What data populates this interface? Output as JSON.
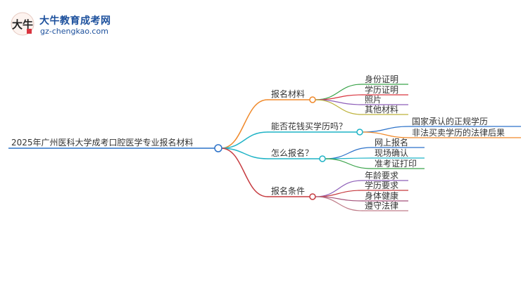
{
  "logo": {
    "title": "大牛教育成考网",
    "url": "gz-chengkao.com",
    "seal_text": "大牛"
  },
  "mindmap": {
    "root": "2025年广州医科大学成考口腔医学专业报名材料",
    "branches": [
      {
        "label": "报名材料",
        "color": "#f0892a",
        "children": [
          {
            "label": "身份证明",
            "color": "#3aa34a"
          },
          {
            "label": "学历证明",
            "color": "#d9343f"
          },
          {
            "label": "照片",
            "color": "#8e5fb9"
          },
          {
            "label": "其他材料",
            "color": "#bdb23a"
          }
        ]
      },
      {
        "label": "能否花钱买学历吗？",
        "color": "#1fb3c6",
        "children": [
          {
            "label": "国家承认的正规学历",
            "color": "#2c72c9"
          },
          {
            "label": "非法买卖学历的法律后果",
            "color": "#f0892a"
          }
        ]
      },
      {
        "label": "怎么报名？",
        "color": "#1fb3c6",
        "children": [
          {
            "label": "网上报名",
            "color": "#2c72c9"
          },
          {
            "label": "现场确认",
            "color": "#1fb3c6"
          },
          {
            "label": "准考证打印",
            "color": "#3aa34a"
          }
        ]
      },
      {
        "label": "报名条件",
        "color": "#c63a3f",
        "children": [
          {
            "label": "年龄要求",
            "color": "#8e5fb9"
          },
          {
            "label": "学历要求",
            "color": "#c63a3f"
          },
          {
            "label": "身体健康",
            "color": "#a4527a"
          },
          {
            "label": "遵守法律",
            "color": "#c07e8a"
          }
        ]
      }
    ]
  }
}
